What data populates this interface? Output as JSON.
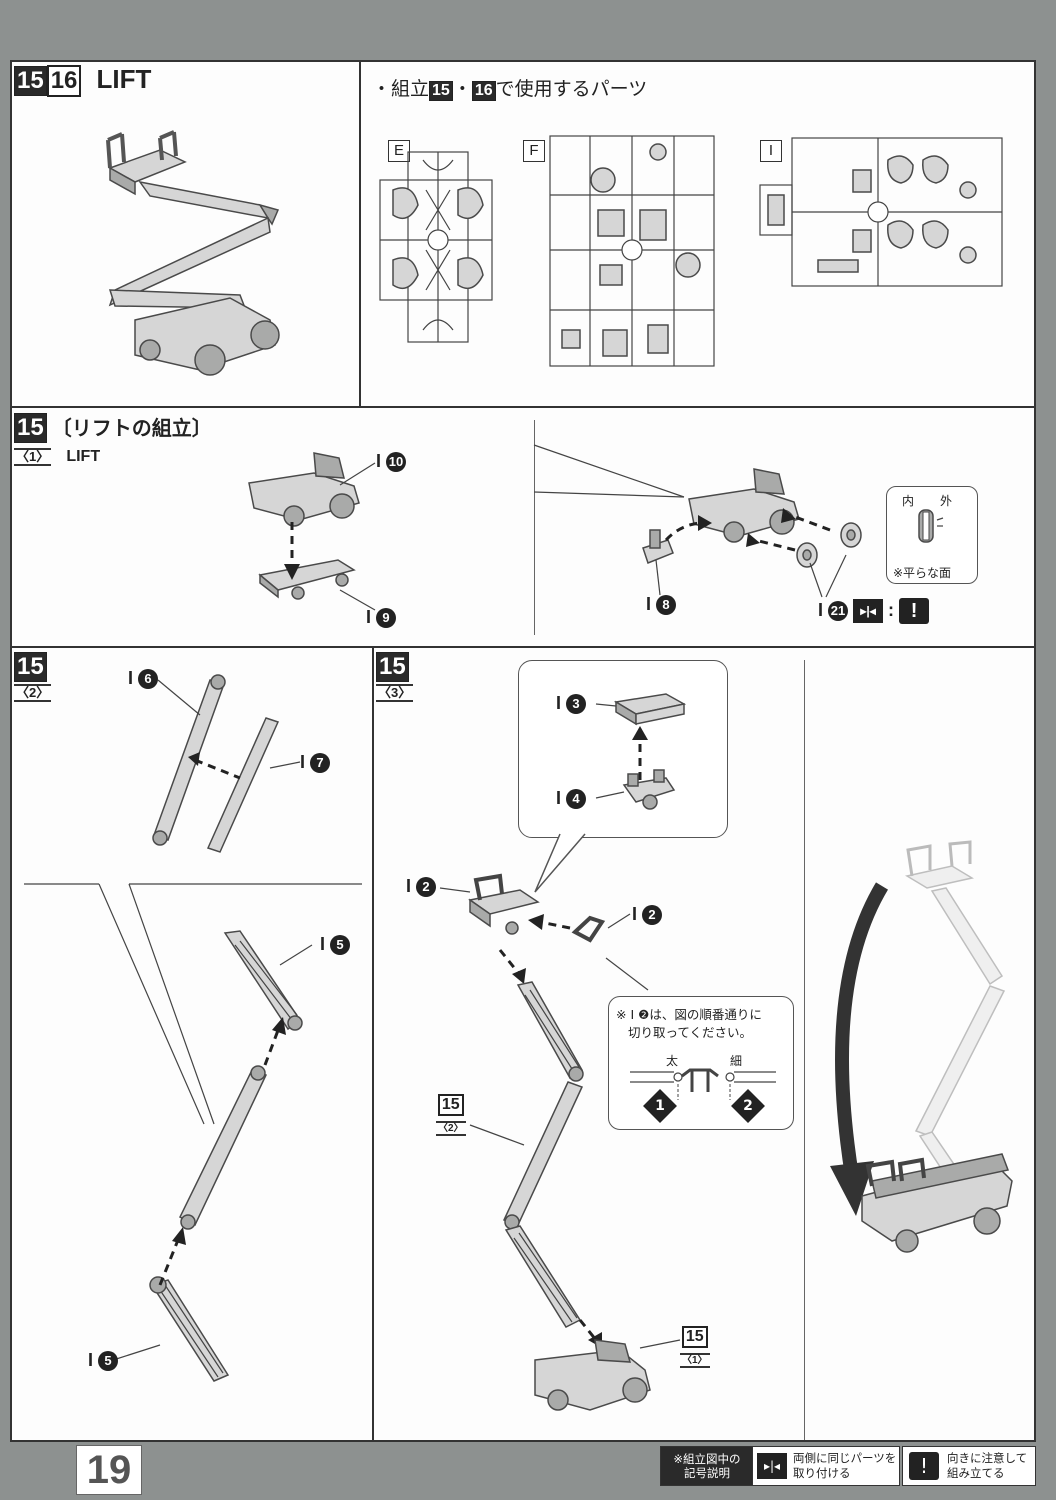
{
  "page_number": "19",
  "header": {
    "steps": [
      "15",
      "16"
    ],
    "title": "LIFT",
    "parts_note": {
      "prefix": "・組立",
      "step_a": "15",
      "mid": "・",
      "step_b": "16",
      "suffix": "で使用するパーツ"
    },
    "runners": [
      "E",
      "F",
      "I"
    ]
  },
  "step15_1": {
    "step": "15",
    "heading": "〔リフトの組立〕",
    "sub": "〈1〉",
    "sub_title": "LIFT",
    "parts": [
      {
        "runner": "I",
        "num": "10"
      },
      {
        "runner": "I",
        "num": "9"
      },
      {
        "runner": "I",
        "num": "8"
      },
      {
        "runner": "I",
        "num": "21"
      }
    ],
    "wheel_note": {
      "inner": "内",
      "outer": "外",
      "flat_side": "※平らな面"
    },
    "symbol_colon": ":"
  },
  "step15_2": {
    "step": "15",
    "sub": "〈2〉",
    "parts": [
      {
        "runner": "I",
        "num": "6"
      },
      {
        "runner": "I",
        "num": "7"
      },
      {
        "runner": "I",
        "num": "5"
      },
      {
        "runner": "I",
        "num": "5"
      }
    ]
  },
  "step15_3": {
    "step": "15",
    "sub": "〈3〉",
    "parts": [
      {
        "runner": "I",
        "num": "3"
      },
      {
        "runner": "I",
        "num": "4"
      },
      {
        "runner": "I",
        "num": "2"
      },
      {
        "runner": "I",
        "num": "2"
      }
    ],
    "note_line1": "※ I ❷は、図の順番通りに",
    "note_line2": "切り取ってください。",
    "thick": "太",
    "thin": "細",
    "order1": "1",
    "order2": "2",
    "ref_a": {
      "step": "15",
      "sub": "〈2〉"
    },
    "ref_b": {
      "step": "15",
      "sub": "〈1〉"
    }
  },
  "legend": {
    "title_line1": "※組立図中の",
    "title_line2": "記号説明",
    "both_sides_line1": "両側に同じパーツを",
    "both_sides_line2": "取り付ける",
    "caution_line1": "向きに注意して",
    "caution_line2": "組み立てる"
  }
}
